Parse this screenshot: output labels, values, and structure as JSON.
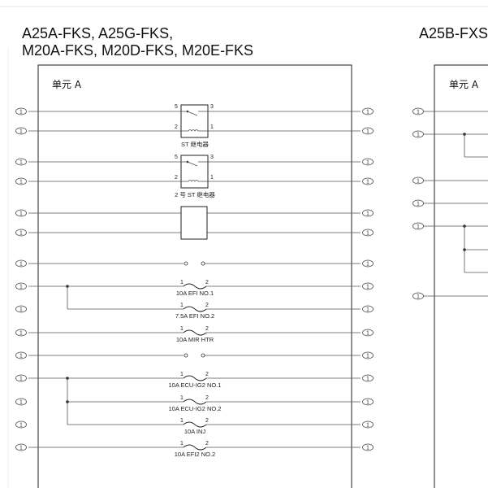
{
  "left": {
    "title_line1": "A25A-FKS, A25G-FKS,",
    "title_line2": "M20A-FKS, M20D-FKS, M20E-FKS",
    "unit_label": "单元 A"
  },
  "right": {
    "title": "A25B-FXS",
    "unit_label": "单元 A"
  },
  "terminal_label": "1",
  "relays": [
    {
      "label": "ST 继电器",
      "pin_top_left": "5",
      "pin_top_right": "3",
      "pin_bot_left": "2",
      "pin_bot_right": "1"
    },
    {
      "label": "2 号 ST 继电器",
      "pin_top_left": "5",
      "pin_top_right": "3",
      "pin_bot_left": "2",
      "pin_bot_right": "1"
    }
  ],
  "fuses": [
    {
      "label": "10A EFI NO.1",
      "pin_left": "1",
      "pin_right": "2"
    },
    {
      "label": "7.5A EFI NO.2",
      "pin_left": "1",
      "pin_right": "2"
    },
    {
      "label": "10A MIR HTR",
      "pin_left": "1",
      "pin_right": "2"
    },
    {
      "label": "10A ECU-IG2 NO.1",
      "pin_left": "1",
      "pin_right": "2"
    },
    {
      "label": "10A ECU-IG2 NO.2",
      "pin_left": "1",
      "pin_right": "2"
    },
    {
      "label": "10A INJ",
      "pin_left": "1",
      "pin_right": "2"
    },
    {
      "label": "10A EFI2 NO.2",
      "pin_left": "1",
      "pin_right": "2"
    }
  ]
}
